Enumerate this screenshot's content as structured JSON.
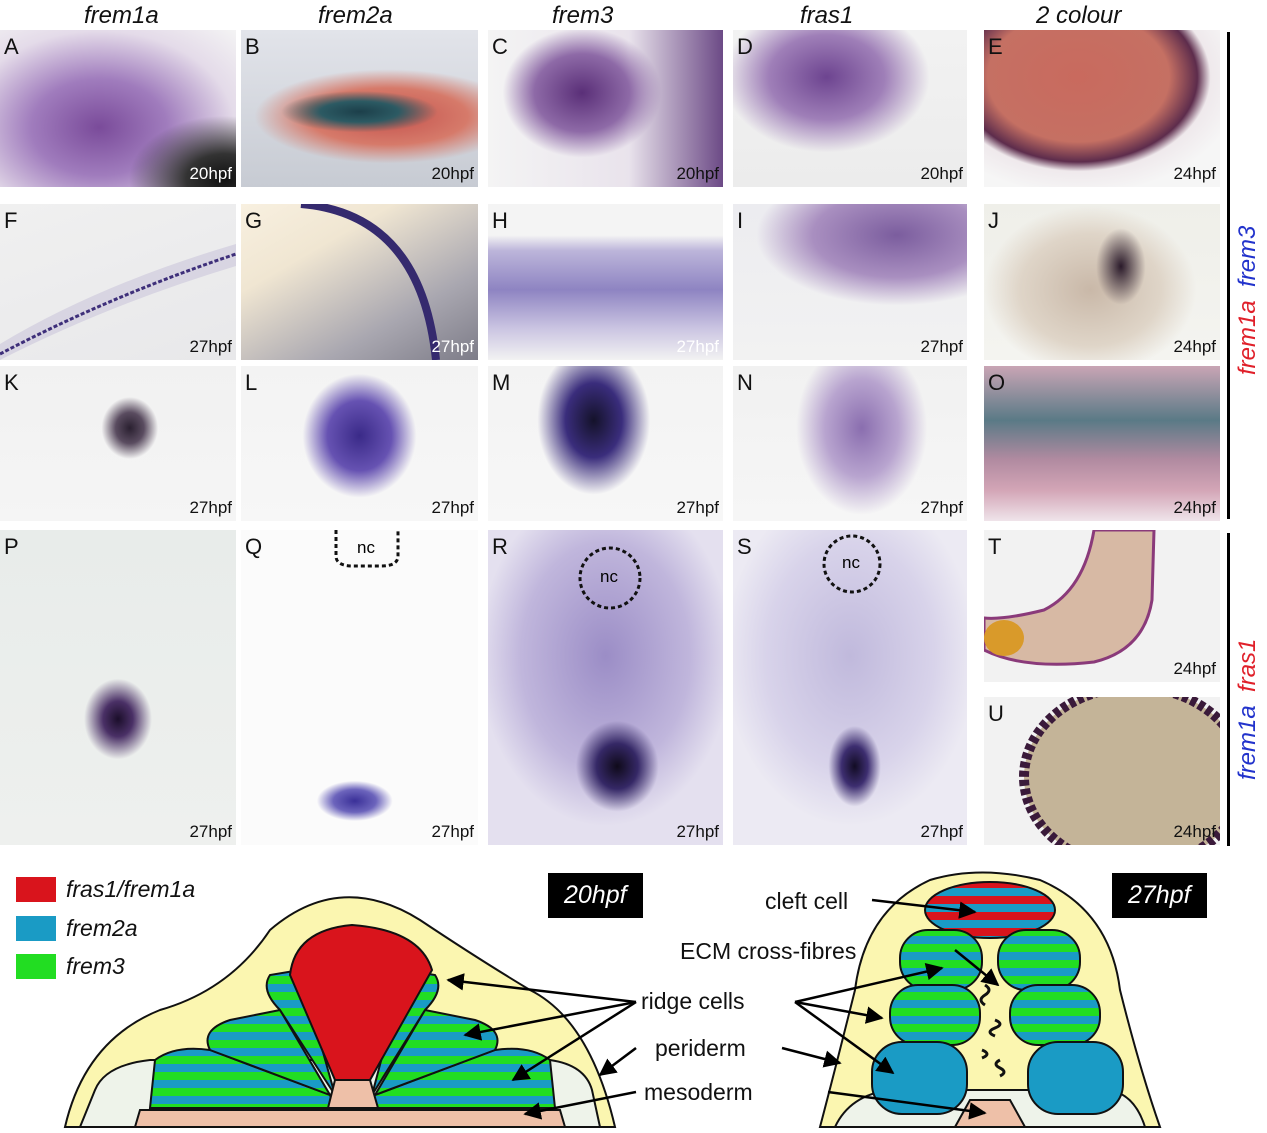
{
  "column_headers": [
    "frem1a",
    "frem2a",
    "frem3",
    "fras1",
    "2 colour"
  ],
  "panels": [
    {
      "label": "A",
      "stage": "20hpf"
    },
    {
      "label": "B",
      "stage": "20hpf"
    },
    {
      "label": "C",
      "stage": "20hpf"
    },
    {
      "label": "D",
      "stage": "20hpf"
    },
    {
      "label": "E",
      "stage": "24hpf"
    },
    {
      "label": "F",
      "stage": "27hpf"
    },
    {
      "label": "G",
      "stage": "27hpf"
    },
    {
      "label": "H",
      "stage": "27hpf"
    },
    {
      "label": "I",
      "stage": "27hpf"
    },
    {
      "label": "J",
      "stage": "24hpf"
    },
    {
      "label": "K",
      "stage": "27hpf"
    },
    {
      "label": "L",
      "stage": "27hpf"
    },
    {
      "label": "M",
      "stage": "27hpf"
    },
    {
      "label": "N",
      "stage": "27hpf"
    },
    {
      "label": "O",
      "stage": "24hpf"
    },
    {
      "label": "P",
      "stage": "27hpf"
    },
    {
      "label": "Q",
      "stage": "27hpf"
    },
    {
      "label": "R",
      "stage": "27hpf"
    },
    {
      "label": "S",
      "stage": "27hpf"
    },
    {
      "label": "T",
      "stage": "24hpf"
    },
    {
      "label": "U",
      "stage": "24hpf"
    }
  ],
  "nc_label": "nc",
  "side_labels": {
    "upper": {
      "first": "frem1a",
      "second": "frem3",
      "first_color": "#e0202a",
      "second_color": "#2233cc"
    },
    "lower": {
      "first": "frem1a",
      "second": "fras1",
      "first_color": "#2233cc",
      "second_color": "#e0202a"
    }
  },
  "legend": [
    {
      "label": "fras1/frem1a",
      "color": "#d9141c"
    },
    {
      "label": "frem2a",
      "color": "#1a9bc5"
    },
    {
      "label": "frem3",
      "color": "#22dd22"
    }
  ],
  "schematic_left": {
    "stage": "20hpf"
  },
  "schematic_right": {
    "stage": "27hpf"
  },
  "annotations": {
    "cleft": "cleft cell",
    "ecm": "ECM cross-fibres",
    "ridge": "ridge cells",
    "periderm": "periderm",
    "mesoderm": "mesoderm"
  },
  "colors": {
    "periderm": "#fbf6b0",
    "mesoderm": "#eec0a8",
    "outer_cell": "#eef3ea",
    "stain_purple": "#4a2a7a"
  }
}
